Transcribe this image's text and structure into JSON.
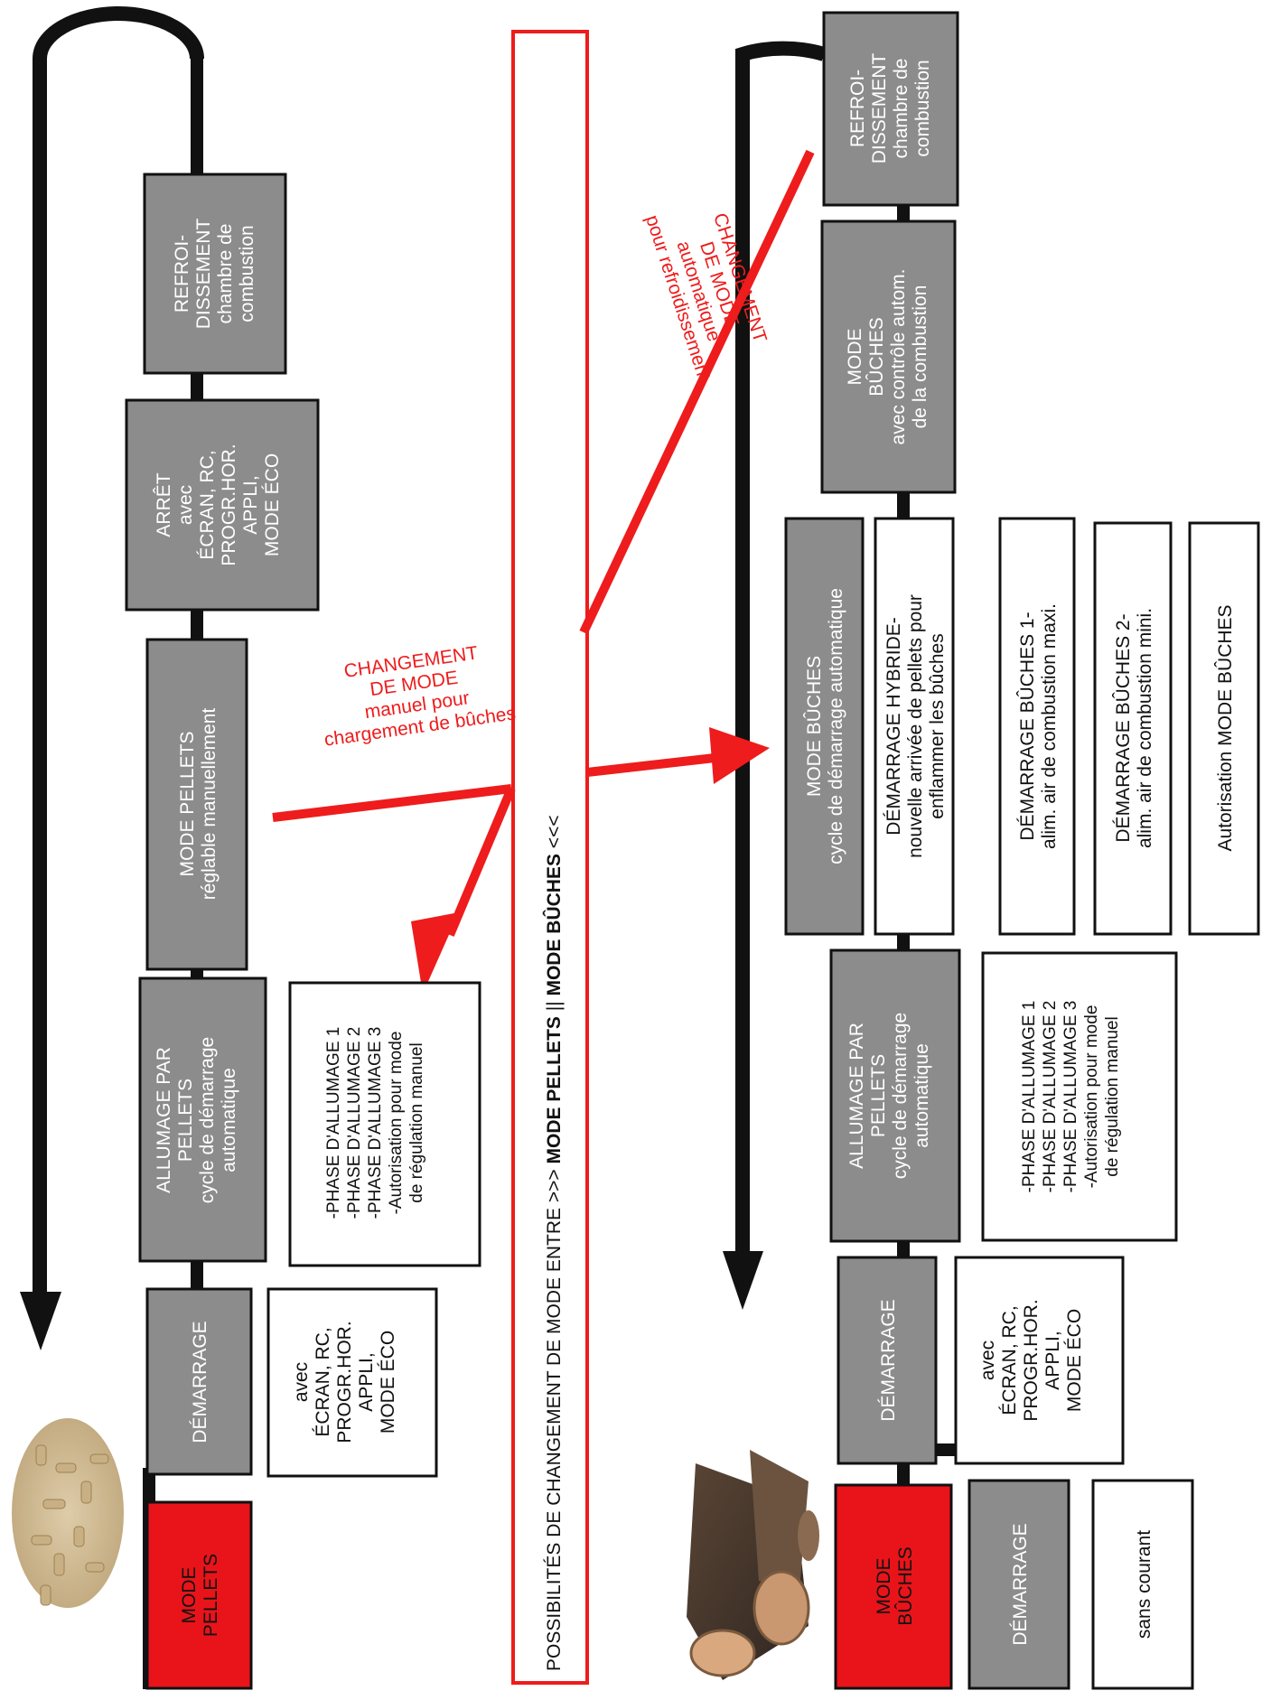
{
  "colors": {
    "box_gray": "#8c8c8c",
    "box_red": "#e8141a",
    "border": "#111111",
    "arrow": "#111111",
    "change_red": "#ee1c1c"
  },
  "icons": {
    "pellets": "wood-pellets-image",
    "logs": "firewood-logs-image"
  },
  "center_banner": {
    "text_plain": "POSSIBILITÉS DE CHANGEMENT DE MODE ENTRE >>> ",
    "text_bold_1": "MODE PELLETS",
    "text_sep": " || ",
    "text_bold_2": "MODE BÛCHES",
    "text_end": " <<<"
  },
  "pellets_flow": {
    "mode": [
      "MODE",
      "PELLETS"
    ],
    "demarrage": [
      "DÉMARRAGE"
    ],
    "demarrage_detail": [
      "avec",
      "ÉCRAN, RC,",
      "PROGR.HOR.",
      "APPLI,",
      "MODE ÉCO"
    ],
    "allumage": [
      "ALLUMAGE PAR",
      "PELLETS",
      "cycle de démarrage",
      "automatique"
    ],
    "allumage_detail": [
      "-PHASE D'ALLUMAGE 1",
      "-PHASE D'ALLUMAGE 2",
      "-PHASE D'ALLUMAGE 3",
      "-Autorisation pour mode",
      "de régulation manuel"
    ],
    "mode_pellets": [
      "MODE PELLETS",
      "réglable manuellement"
    ],
    "arret": [
      "ARRÊT",
      "avec",
      "ÉCRAN, RC,",
      "PROGR.HOR.",
      "APPLI,",
      "MODE ÉCO"
    ],
    "refroidissement": [
      "REFROI-",
      "DISSEMENT",
      "chambre de",
      "combustion"
    ]
  },
  "buches_flow": {
    "mode": [
      "MODE",
      "BÛCHES"
    ],
    "demarrage_a": [
      "DÉMARRAGE"
    ],
    "sans_courant": [
      "sans courant"
    ],
    "demarrage_b": [
      "DÉMARRAGE"
    ],
    "demarrage_b_detail": [
      "avec",
      "ÉCRAN, RC,",
      "PROGR.HOR.",
      "APPLI,",
      "MODE ÉCO"
    ],
    "allumage": [
      "ALLUMAGE PAR",
      "PELLETS",
      "cycle de démarrage",
      "automatique"
    ],
    "allumage_detail": [
      "-PHASE D'ALLUMAGE 1",
      "-PHASE D'ALLUMAGE 2",
      "-PHASE D'ALLUMAGE 3",
      "-Autorisation pour mode",
      "de régulation manuel"
    ],
    "mode_buches_auto": [
      "MODE BÛCHES",
      "cycle de démarrage automatique"
    ],
    "hybride": [
      "DÉMARRAGE HYBRIDE-",
      "nouvelle arrivée de pellets pour",
      "enflammer les bûches"
    ],
    "buches_1": [
      "DÉMARRAGE BÛCHES 1-",
      "alim. air de combustion maxi."
    ],
    "buches_2": [
      "DÉMARRAGE BÛCHES 2-",
      "alim. air de combustion mini."
    ],
    "autorisation": [
      "Autorisation MODE BÛCHES"
    ],
    "mode_buches_controle": [
      "MODE",
      "BÛCHES",
      "avec contrôle autom.",
      "de la combustion"
    ],
    "refroidissement": [
      "REFROI-",
      "DISSEMENT",
      "chambre de",
      "combustion"
    ]
  },
  "changes": {
    "manuel": [
      "CHANGEMENT",
      "DE MODE",
      "manuel pour",
      "chargement de bûches"
    ],
    "auto": [
      "CHANGEMENT",
      "DE MODE",
      "automatique",
      "pour refroidissement"
    ]
  }
}
